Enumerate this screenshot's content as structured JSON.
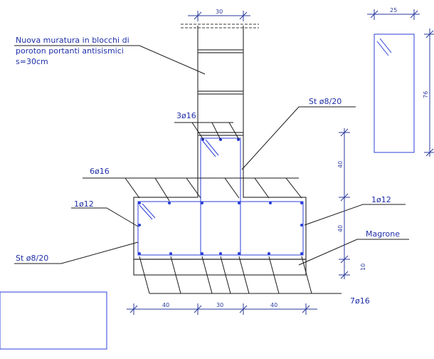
{
  "labels": {
    "masonry_line1": "Nuova muratura in blocchi di",
    "masonry_line2": "poroton portanti antisismici",
    "masonry_line3": "s=30cm",
    "top_rebar": "3ø16",
    "stirrup_top": "St ø8/20",
    "mid_rebar": "6ø16",
    "left_bar": "1ø12",
    "right_bar": "1ø12",
    "magrone": "Magrone",
    "stirrup_bottom": "St ø8/20",
    "bottom_rebar": "7ø16"
  },
  "dimensions": {
    "wall_width": "30",
    "bottom_left": "40",
    "bottom_mid": "30",
    "bottom_right": "40",
    "height_upper": "40",
    "height_lower": "40",
    "height_magrone": "10",
    "block_width": "25",
    "block_height": "76"
  },
  "colors": {
    "structure": "#3a3a3a",
    "rebar": "#2b3fd8",
    "text": "#1f2fa8"
  }
}
